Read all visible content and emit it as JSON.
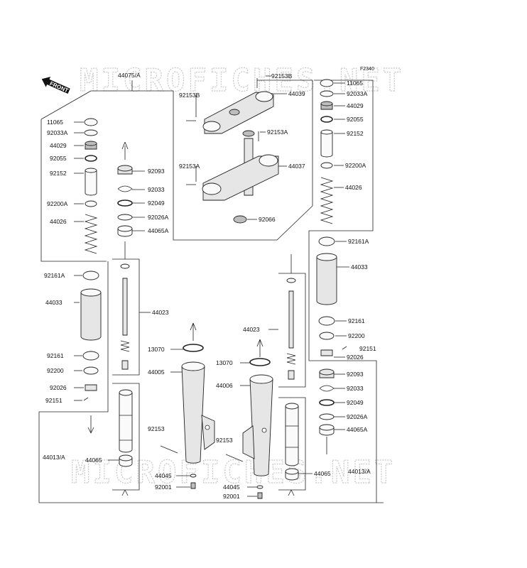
{
  "diagram": {
    "code": "F2340",
    "direction_label": "FRONT",
    "watermark": "MICROFICHES.NET"
  },
  "labels": {
    "l44075a": "44075/A",
    "l11065_l": "11065",
    "l92033a_l": "92033A",
    "l44029_l": "44029",
    "l92055_l": "92055",
    "l92152_l": "92152",
    "l92200a_l": "92200A",
    "l44026_l": "44026",
    "l92161a_l": "92161A",
    "l44033_l": "44033",
    "l92161_l": "92161",
    "l92200_l": "92200",
    "l92026_l": "92026",
    "l92151_l": "92151",
    "l44013a_l": "44013/A",
    "l44065_l": "44065",
    "l92093_l": "92093",
    "l92033_l": "92033",
    "l92049_l": "92049",
    "l92026a_l": "92026A",
    "l44065a_l": "44065A",
    "l44023_l": "44023",
    "l13070_l": "13070",
    "l44005": "44005",
    "l92153_l": "92153",
    "l44045_l": "44045",
    "l92001_l": "92001",
    "l92153b_top": "92153B",
    "l44039": "44039",
    "l92153b_side": "92153B",
    "l92153a_mid": "92153A",
    "l44037": "44037",
    "l92153a_side": "92153A",
    "l92066": "92066",
    "l11065_r": "11065",
    "l92033a_r": "92033A",
    "l44029_r": "44029",
    "l92055_r": "92055",
    "l92152_r": "92152",
    "l92200a_r": "92200A",
    "l44026_r": "44026",
    "l92161a_r": "92161A",
    "l44033_r": "44033",
    "l92161_r": "92161",
    "l92200_r": "92200",
    "l92151_r": "92151",
    "l92026_r": "92026",
    "l92093_r": "92093",
    "l92033_r": "92033",
    "l92049_r": "92049",
    "l92026a_r": "92026A",
    "l44065a_r": "44065A",
    "l44023_r": "44023",
    "l13070_r": "13070",
    "l44006": "44006",
    "l92153_r": "92153",
    "l44045_r": "44045",
    "l92001_r": "92001",
    "l44065_r": "44065",
    "l44013a_r": "44013/A"
  }
}
